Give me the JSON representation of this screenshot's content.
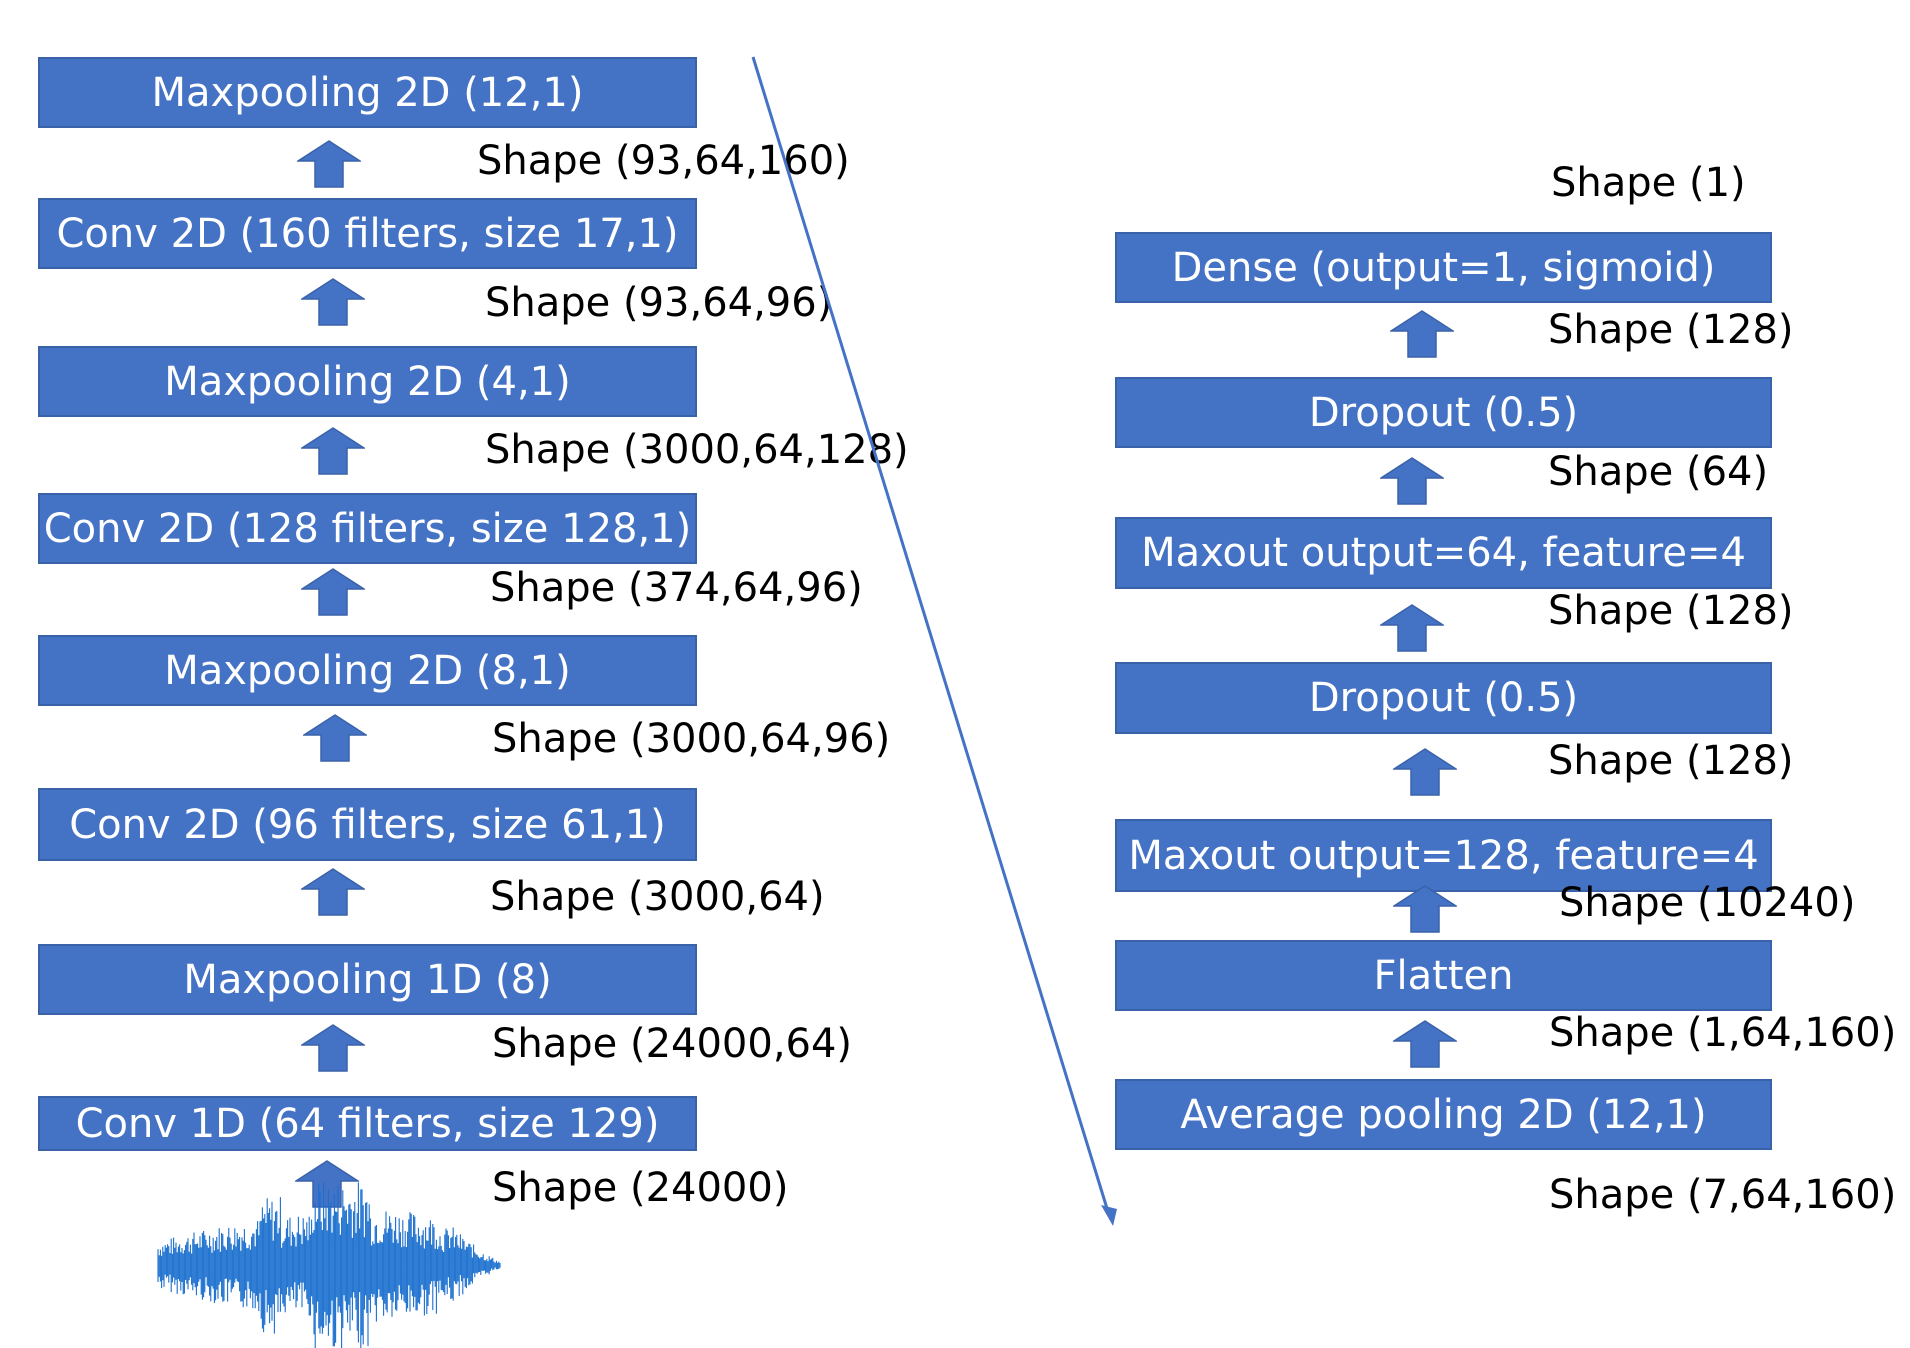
{
  "left_column": {
    "layers": [
      "Maxpooling 2D (12,1)",
      "Conv 2D (160 filters, size 17,1)",
      "Maxpooling 2D (4,1)",
      "Conv 2D (128 filters, size 128,1)",
      "Maxpooling 2D (8,1)",
      "Conv 2D (96 filters, size 61,1)",
      "Maxpooling 1D (8)",
      "Conv 1D (64 filters, size 129)"
    ],
    "shapes": [
      "Shape (93,64,160)",
      "Shape (93,64,96)",
      "Shape (3000,64,128)",
      "Shape (374,64,96)",
      "Shape (3000,64,96)",
      "Shape (3000,64)",
      "Shape (24000,64)",
      "Shape (24000)"
    ]
  },
  "right_column": {
    "top_shape": "Shape (1)",
    "layers": [
      "Dense (output=1, sigmoid)",
      "Dropout (0.5)",
      "Maxout output=64, feature=4",
      "Dropout (0.5)",
      "Maxout output=128, feature=4",
      "Flatten",
      "Average pooling 2D (12,1)"
    ],
    "shapes": [
      "Shape (128)",
      "Shape (64)",
      "Shape (128)",
      "Shape (128)",
      "Shape (10240)",
      "Shape (1,64,160)",
      "Shape (7,64,160)"
    ]
  },
  "colors": {
    "box_fill": "#4472c4",
    "box_border": "#3a62a9",
    "arrow": "#4472c4",
    "waveform": "#1a6fcf",
    "connector": "#4472c4"
  }
}
